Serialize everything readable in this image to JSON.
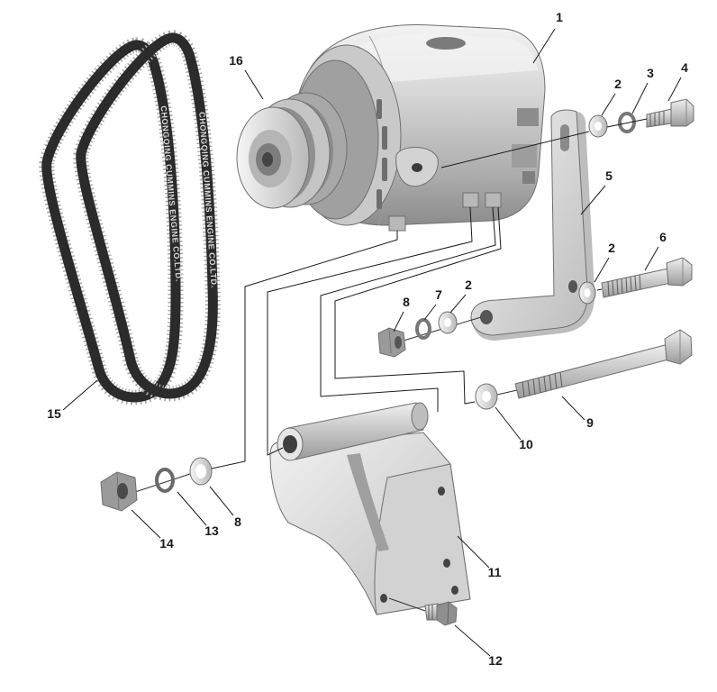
{
  "callouts": [
    "1",
    "16",
    "2",
    "3",
    "4",
    "5",
    "2",
    "6",
    "8",
    "7",
    "2",
    "15",
    "10",
    "9",
    "14",
    "13",
    "8",
    "11",
    "12"
  ],
  "belt_text": "CHONGQING CUMMINS ENGINE CO.LTD.",
  "colors": {
    "background": "#ffffff",
    "ink": "#1a1a1a"
  }
}
